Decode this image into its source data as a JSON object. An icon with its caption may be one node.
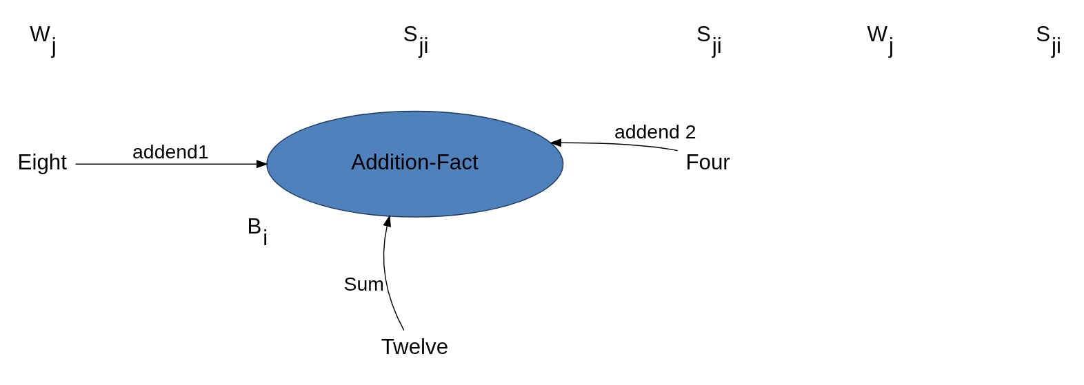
{
  "diagram": {
    "nodes": [
      {
        "text": [
          "Addition-Fact"
        ],
        "beside": [
          "B$_{i}$"
        ]
      },
      {
        "text": [
          "Eight"
        ]
      },
      {
        "text": [
          "Four"
        ]
      },
      {
        "text": [
          "Twelve"
        ]
      }
    ],
    "edges": [
      {
        "from": 1,
        "to": 0,
        "arrow": "to",
        "label": "addend1"
      },
      {
        "from": 2,
        "to": 0,
        "arrow": "to",
        "label": "addend 2"
      },
      {
        "from": 3,
        "to": 0,
        "arrow": "to",
        "label": "Sum"
      }
    ],
    "labels": [
      "W$_{j}$",
      "S$_{ji}$",
      "S$_{ji}$",
      "W$_{j}$",
      "S$_{ji}$"
    ]
  }
}
